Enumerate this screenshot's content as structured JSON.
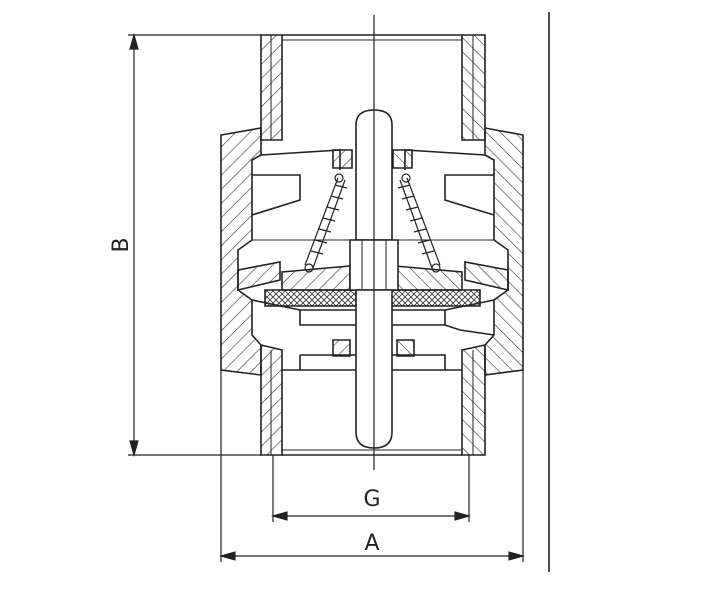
{
  "diagram": {
    "labels": {
      "height_dimension": "B",
      "thread_dimension": "G",
      "width_dimension": "A"
    }
  }
}
